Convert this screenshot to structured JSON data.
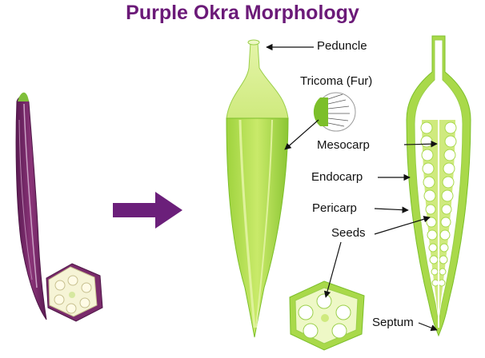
{
  "title": "Purple Okra Morphology",
  "labels": {
    "peduncle": "Peduncle",
    "tricoma": "Tricoma (Fur)",
    "mesocarp": "Mesocarp",
    "endocarp": "Endocarp",
    "pericarp": "Pericarp",
    "seeds": "Seeds",
    "septum": "Septum"
  },
  "colors": {
    "title": "#6b1a78",
    "purple_pod": "#7a2b6b",
    "purple_dark": "#4e1747",
    "arrow": "#6b1f7a",
    "green_light": "#cfea7e",
    "green_mid": "#a9d94a",
    "green_dark": "#7cbf2a",
    "cream": "#f3f6d8"
  },
  "icons": {
    "main_arrow": "right-arrow-icon"
  }
}
